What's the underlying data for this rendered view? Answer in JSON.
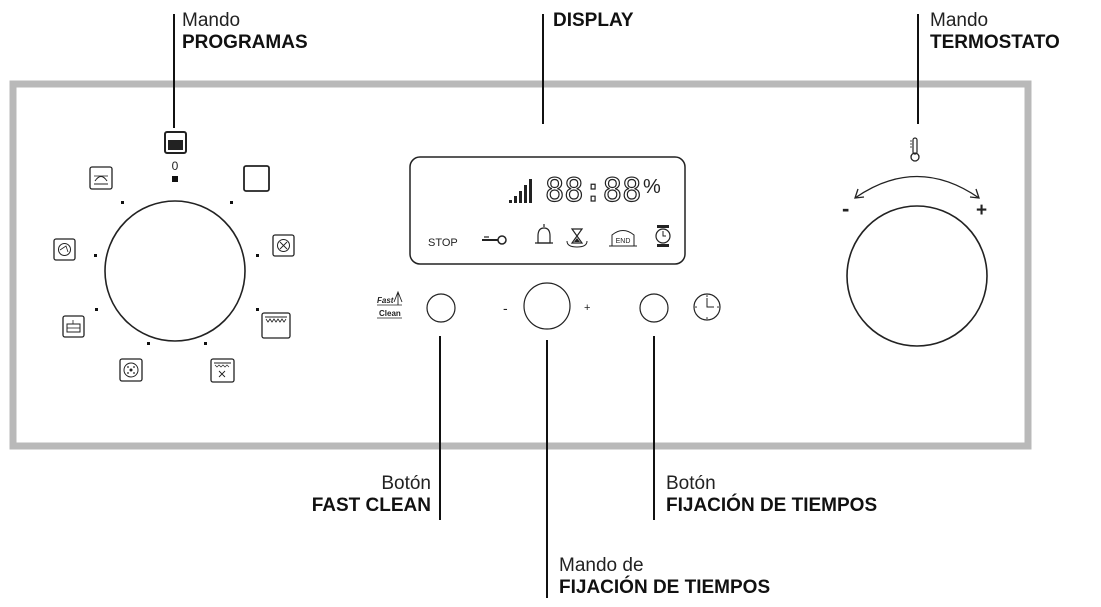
{
  "labels": {
    "programas": {
      "line1": "Mando",
      "line2": "PROGRAMAS"
    },
    "display": {
      "line1": "DISPLAY"
    },
    "termostato": {
      "line1": "Mando",
      "line2": "TERMOSTATO"
    },
    "fast_clean": {
      "line1": "Botón",
      "line2": "FAST CLEAN"
    },
    "fijacion_boton": {
      "line1": "Botón",
      "line2": "FIJACIÓN DE TIEMPOS"
    },
    "fijacion_mando": {
      "line1": "Mando de",
      "line2": "FIJACIÓN DE TIEMPOS"
    }
  },
  "display": {
    "time": "88:88",
    "percent": "%",
    "stop": "STOP",
    "end": "END"
  },
  "program_knob": {
    "zero": "0"
  },
  "fast_clean_icon": {
    "line1": "Fast",
    "line2": "Clean"
  },
  "timer_knob": {
    "minus": "-",
    "plus": "+"
  },
  "thermostat": {
    "minus": "-",
    "plus": "+"
  }
}
